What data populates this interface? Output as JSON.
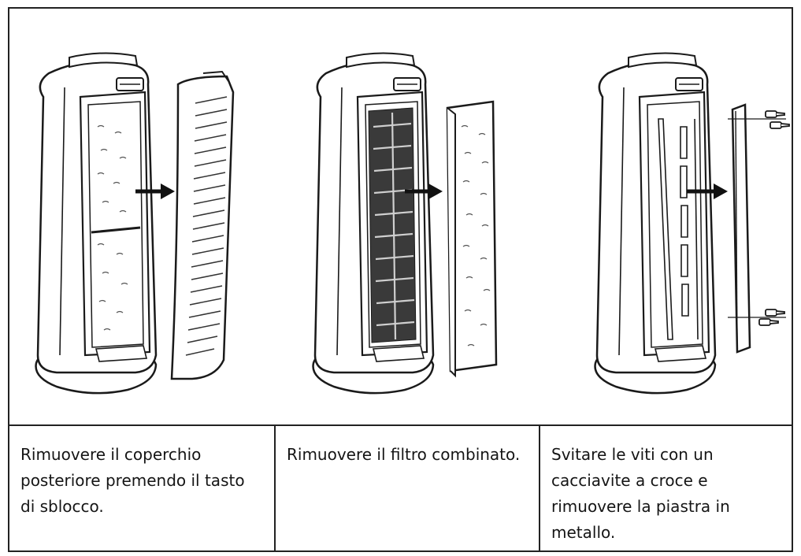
{
  "steps": [
    {
      "text": "Rimuovere il coperchio posteriore premendo il tasto di sblocco.",
      "removed_part_icon": "back-cover-icon"
    },
    {
      "text": "Rimuovere il filtro combinato.",
      "removed_part_icon": "combination-filter-icon"
    },
    {
      "text": "Svitare le viti con un cacciavite a croce e rimuovere la piastra in metallo.",
      "removed_part_icon": "metal-plate-icon"
    }
  ],
  "colors": {
    "line": "#1a1a1a",
    "background": "#ffffff",
    "border": "#222222"
  }
}
